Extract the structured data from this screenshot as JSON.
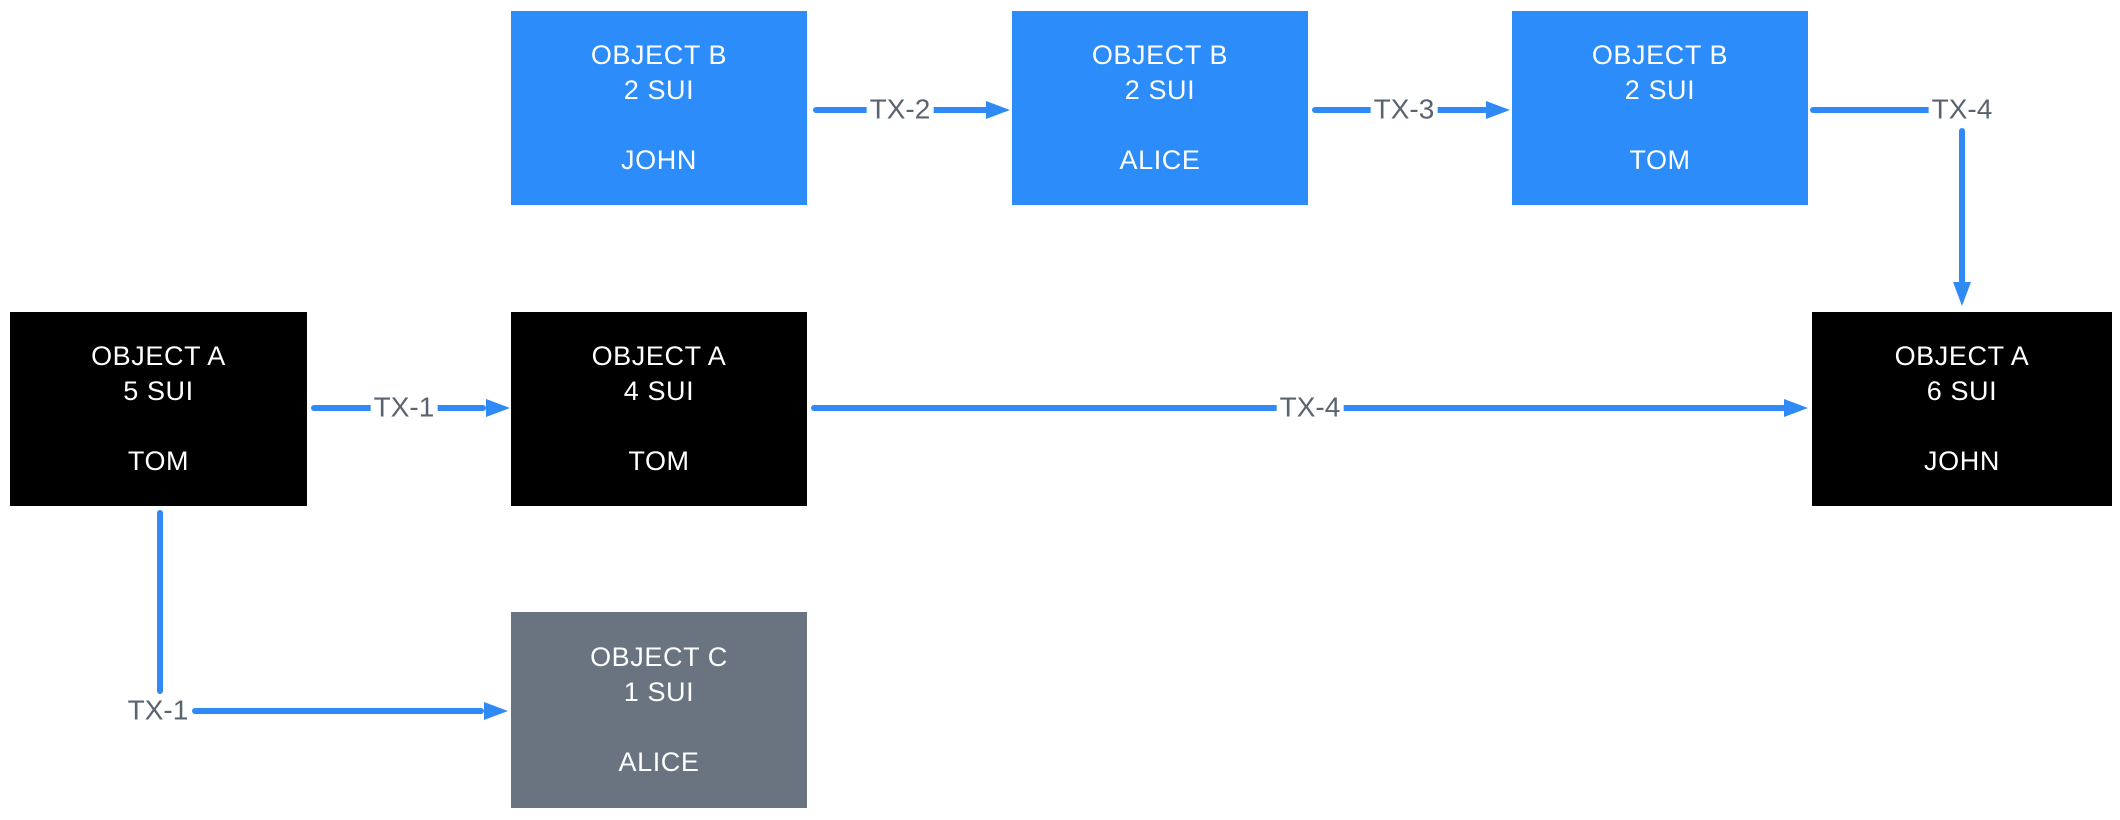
{
  "colors": {
    "background": "#ffffff",
    "node_blue": "#2b8cfa",
    "node_black": "#000000",
    "node_gray": "#6a7380",
    "arrow_blue": "#2f8af5",
    "label_gray": "#5a6470",
    "node_text": "#ffffff"
  },
  "nodes": {
    "b_john": {
      "title": "OBJECT B",
      "amount": "2 SUI",
      "owner": "JOHN"
    },
    "b_alice": {
      "title": "OBJECT B",
      "amount": "2 SUI",
      "owner": "ALICE"
    },
    "b_tom": {
      "title": "OBJECT B",
      "amount": "2 SUI",
      "owner": "TOM"
    },
    "a_tom_5": {
      "title": "OBJECT A",
      "amount": "5 SUI",
      "owner": "TOM"
    },
    "a_tom_4": {
      "title": "OBJECT A",
      "amount": "4 SUI",
      "owner": "TOM"
    },
    "a_john_6": {
      "title": "OBJECT A",
      "amount": "6 SUI",
      "owner": "JOHN"
    },
    "c_alice": {
      "title": "OBJECT C",
      "amount": "1 SUI",
      "owner": "ALICE"
    }
  },
  "edges": {
    "tx1_mid": {
      "label": "TX-1"
    },
    "tx1_bottom": {
      "label": "TX-1"
    },
    "tx2": {
      "label": "TX-2"
    },
    "tx3": {
      "label": "TX-3"
    },
    "tx4_top": {
      "label": "TX-4"
    },
    "tx4_mid": {
      "label": "TX-4"
    }
  }
}
